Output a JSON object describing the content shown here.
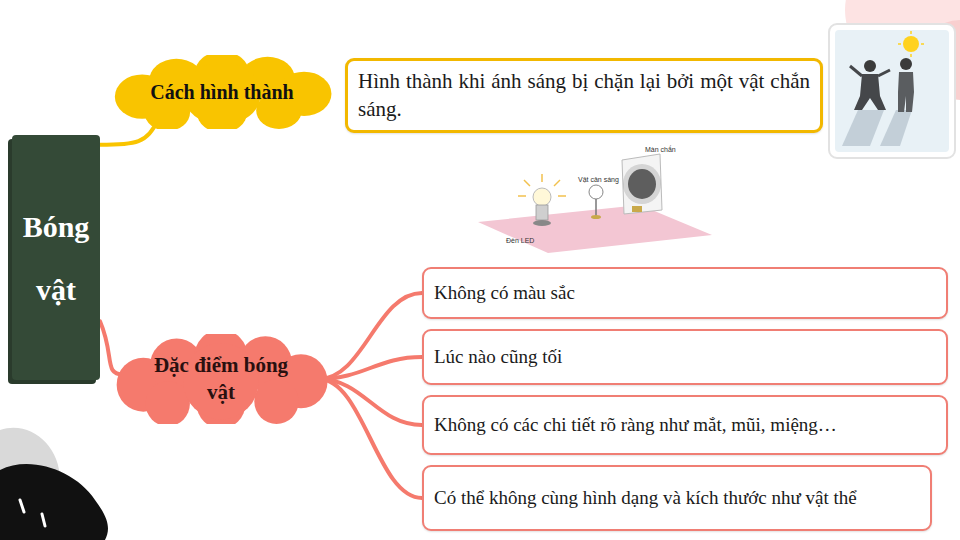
{
  "diagram": {
    "nodes": [
      {
        "text": [
          "Bóng vật"
        ]
      },
      {
        "text": [
          "Cách hình thành"
        ]
      },
      {
        "text": [
          "Hình thành khi ánh sáng bị chặn lại bởi một vật chắn sáng."
        ]
      },
      {
        "text": [
          "Đặc điểm bóng vật"
        ]
      },
      {
        "text": [
          "Không có màu sắc"
        ]
      },
      {
        "text": [
          "Lúc nào cũng tối"
        ]
      },
      {
        "text": [
          "Không có các chi tiết rõ ràng như mắt, mũi, miệng…"
        ]
      },
      {
        "text": [
          "Có thể không cùng hình dạng và kích thước như vật thể"
        ]
      }
    ],
    "edges": [
      {
        "from": 0,
        "to": 1,
        "arrow": "none"
      },
      {
        "from": 0,
        "to": 3,
        "arrow": "none"
      },
      {
        "from": 3,
        "to": 4,
        "arrow": "none"
      },
      {
        "from": 3,
        "to": 5,
        "arrow": "none"
      },
      {
        "from": 3,
        "to": 6,
        "arrow": "none"
      },
      {
        "from": 3,
        "to": 7,
        "arrow": "none"
      }
    ],
    "labels": [
      "Màn chắn",
      "Vật cản sáng",
      "Đèn LED"
    ]
  }
}
